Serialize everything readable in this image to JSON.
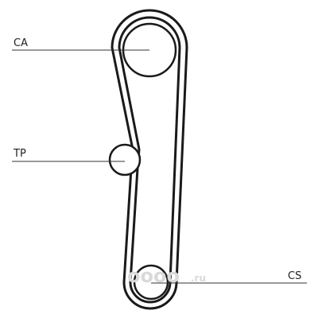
{
  "labels": {
    "ca": "CA",
    "tp": "TP",
    "cs": "CS"
  },
  "watermark": {
    "brand": "oooo",
    "tld": ".ru"
  },
  "colors": {
    "belt": "#1a1a1a",
    "pulley": "#1a1a1a",
    "leader": "#333333",
    "text": "#222222",
    "watermark": "#d9d9d9"
  }
}
